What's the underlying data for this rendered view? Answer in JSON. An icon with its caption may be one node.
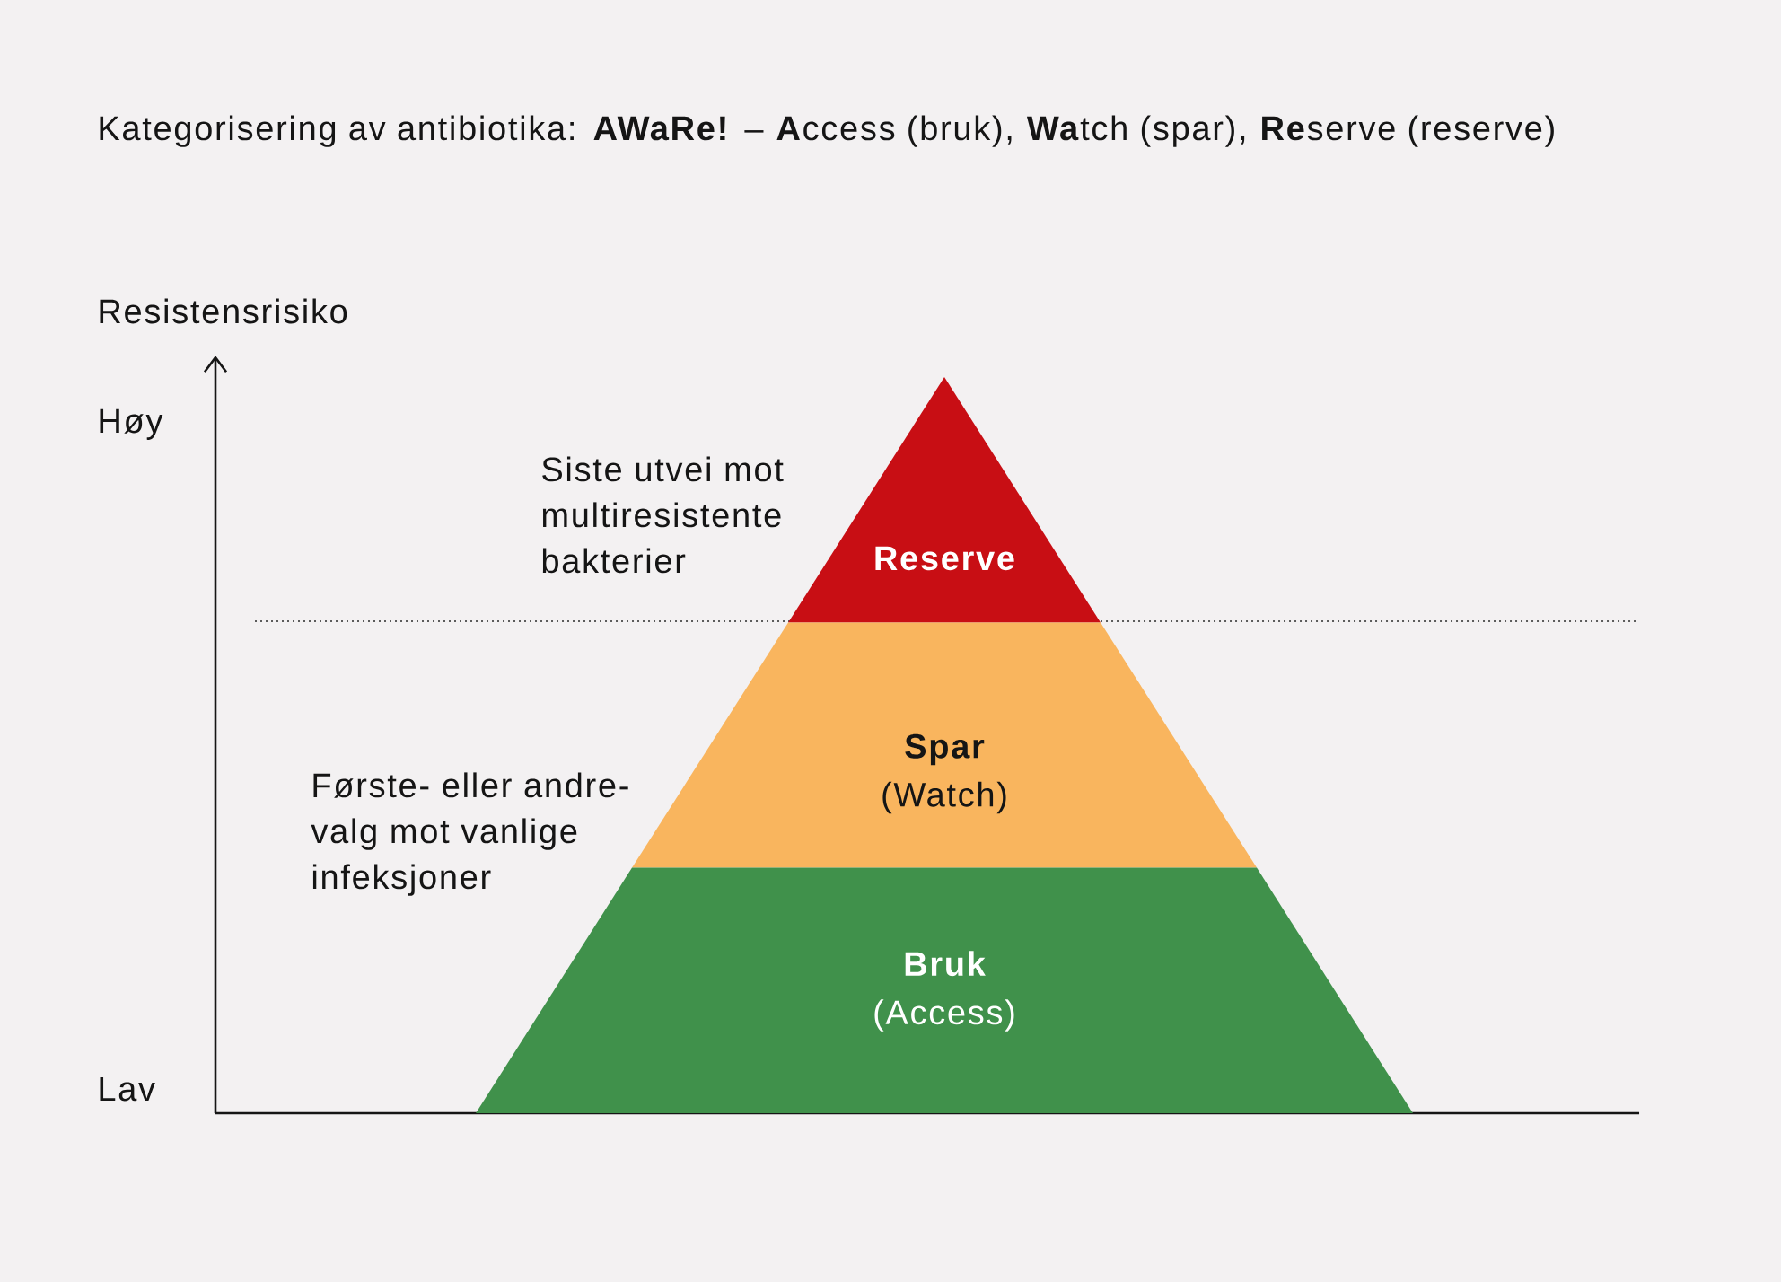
{
  "diagram": {
    "title": "Kategorisering av antibiotika: **AWaRe!** – **A**ccess (bruk), **Wa**tch (spar), **Re**serve (reserve)",
    "nodes": [
      {
        "text": [
          "Reserve"
        ]
      },
      {
        "text": [
          "Spar",
          "(Watch)"
        ]
      },
      {
        "text": [
          "Bruk",
          "(Access)"
        ]
      }
    ],
    "labels": [
      "Resistensrisiko",
      "Høy",
      "Siste utvei mot multiresistente bakterier",
      "Første- eller andre- valg mot vanlige infeksjoner",
      "Lav"
    ]
  }
}
